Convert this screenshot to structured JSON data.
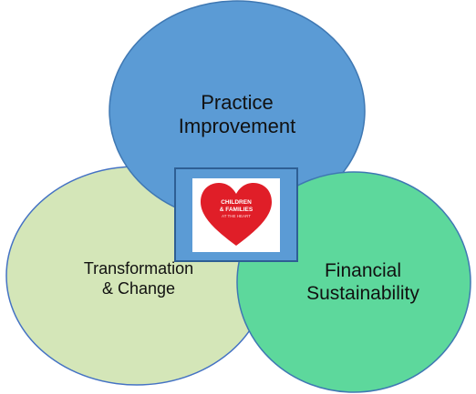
{
  "circles": {
    "practice": {
      "line1": "Practice",
      "line2": "Improvement",
      "fill": "#5b9bd5",
      "stroke": "#3f78b3"
    },
    "transformation": {
      "line1": "Transformation",
      "line2": "& Change",
      "fill": "#d4e6b8",
      "stroke": "#4472c4"
    },
    "financial": {
      "line1": "Financial",
      "line2": "Sustainability",
      "fill": "#5dd89c",
      "stroke": "#3f78b3"
    }
  },
  "center_logo": {
    "line1": "CHILDREN",
    "line2": "& FAMILIES",
    "line3": "AT THE HEART",
    "square_fill": "#5b9bd5",
    "square_stroke": "#2e5f94",
    "heart_fill": "#e01e28"
  }
}
